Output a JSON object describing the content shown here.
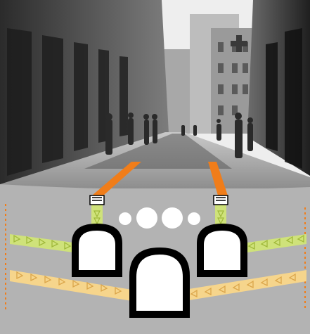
{
  "scene": {
    "street_photo": {
      "description_icon": "street-photo",
      "tone": "grayscale"
    },
    "section_band_color": "#b3b3b3",
    "sky_color": "#f2f2f2",
    "colors": {
      "orange_accent": "#f07d1a",
      "green_band": "#cfe27a",
      "green_arrows": "#9fb83a",
      "yellow_band": "#f6d58c",
      "yellow_arrows": "#dba54a",
      "tunnel_fill": "#ffffff",
      "tunnel_stroke": "#000000"
    },
    "flow_arrows": {
      "green_left_direction": "right",
      "green_right_direction": "left",
      "yellow_left_direction": "right",
      "yellow_right_direction": "left"
    },
    "tunnels": [
      {
        "name": "left-tunnel"
      },
      {
        "name": "right-tunnel"
      },
      {
        "name": "center-tunnel"
      }
    ],
    "circles_count": 4
  }
}
